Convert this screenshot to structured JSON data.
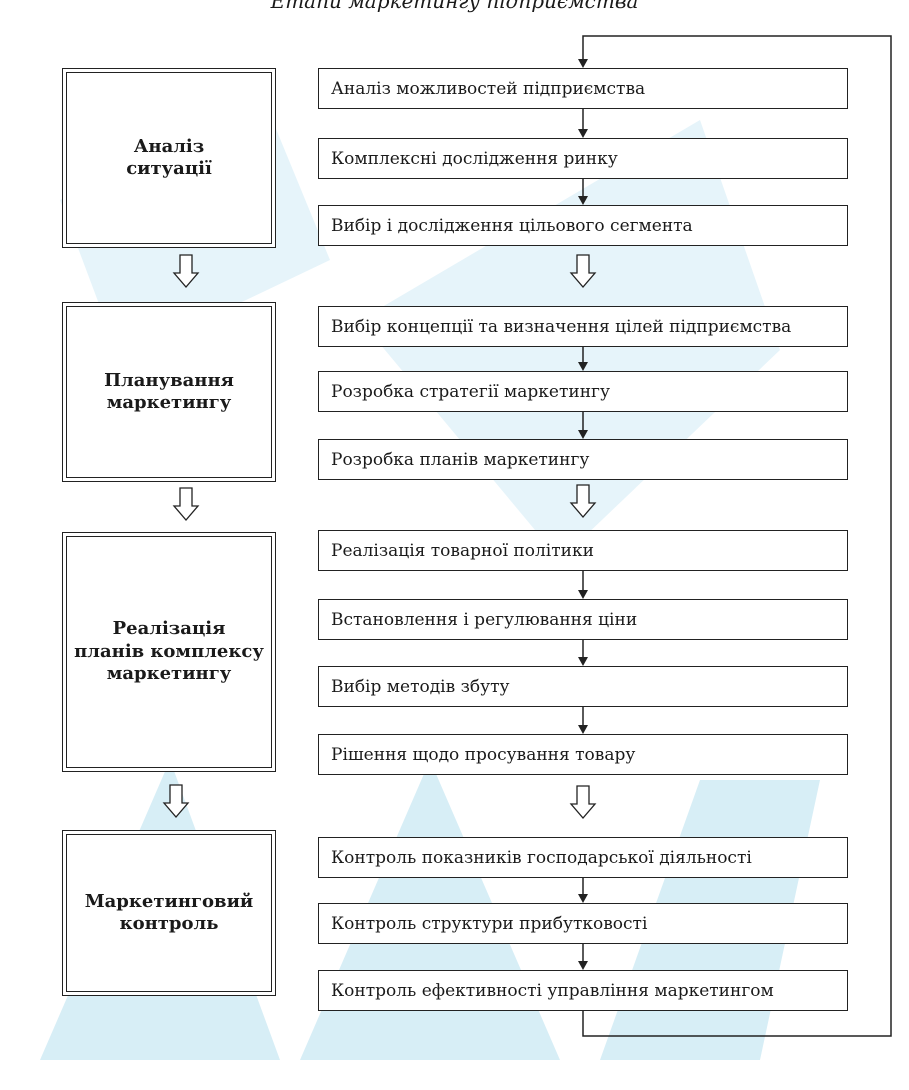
{
  "title": "Етапи маркетингу підприємства",
  "stages": [
    {
      "label": "Аналіз\nситуації"
    },
    {
      "label": "Планування\nмаркетингу"
    },
    {
      "label": "Реалізація\nпланів комплексу\nмаркетингу"
    },
    {
      "label": "Маркетинговий\nконтроль"
    }
  ],
  "steps": [
    "Аналіз можливостей підприємства",
    "Комплексні дослідження ринку",
    "Вибір і дослідження цільового сегмента",
    "Вибір концепції та визначення цілей підприємства",
    "Розробка стратегії маркетингу",
    "Розробка планів маркетингу",
    "Реалізація товарної політики",
    "Встановлення і регулювання ціни",
    "Вибір методів збуту",
    "Рішення щодо просування товару",
    "Контроль показників господарської діяльності",
    "Контроль структури прибутковості",
    "Контроль ефективності управління маркетингом"
  ],
  "colors": {
    "watermark": "#d7eef6",
    "line": "#222222"
  },
  "watermark_text": "MAYI"
}
